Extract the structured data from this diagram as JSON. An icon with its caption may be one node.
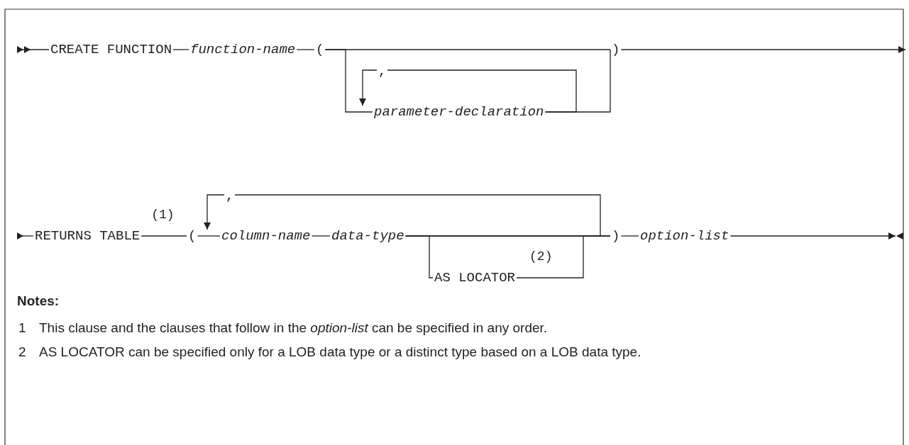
{
  "diagram": {
    "nodes": [
      {
        "text": [
          "CREATE FUNCTION"
        ]
      },
      {
        "text": [
          "function-name"
        ]
      },
      {
        "text": [
          "("
        ]
      },
      {
        "text": [
          "parameter-declaration"
        ]
      },
      {
        "text": [
          ")"
        ]
      },
      {
        "text": [
          "RETURNS TABLE"
        ],
        "beside": [
          "(1)"
        ]
      },
      {
        "text": [
          "("
        ]
      },
      {
        "text": [
          "column-name"
        ]
      },
      {
        "text": [
          "data-type"
        ]
      },
      {
        "text": [
          "AS LOCATOR"
        ],
        "beside": [
          "(2)"
        ]
      },
      {
        "text": [
          ")"
        ]
      },
      {
        "text": [
          "option-list"
        ]
      }
    ],
    "edges": [
      {
        "from": null,
        "to": 0,
        "arrow": "other"
      },
      {
        "from": 0,
        "to": 1,
        "arrow": "none"
      },
      {
        "from": 1,
        "to": 2,
        "arrow": "none"
      },
      {
        "from": 2,
        "to": 4,
        "arrow": "none"
      },
      {
        "from": 2,
        "to": 3,
        "arrow": "none"
      },
      {
        "from": 3,
        "to": 4,
        "arrow": "none"
      },
      {
        "from": 3,
        "to": 3,
        "arrow": "to",
        "label": ","
      },
      {
        "from": 4,
        "to": null,
        "arrow": "to"
      },
      {
        "from": null,
        "to": 5,
        "arrow": "other"
      },
      {
        "from": 5,
        "to": 6,
        "arrow": "none"
      },
      {
        "from": 6,
        "to": 7,
        "arrow": "none"
      },
      {
        "from": 7,
        "to": 8,
        "arrow": "none"
      },
      {
        "from": 8,
        "to": 10,
        "arrow": "none"
      },
      {
        "from": 8,
        "to": 9,
        "arrow": "none"
      },
      {
        "from": 9,
        "to": 10,
        "arrow": "none"
      },
      {
        "from": 8,
        "to": 7,
        "arrow": "to",
        "label": ","
      },
      {
        "from": 10,
        "to": 11,
        "arrow": "none"
      },
      {
        "from": 11,
        "to": null,
        "arrow": "to"
      }
    ],
    "labels": [
      "Notes:",
      "1",
      "This clause and the clauses that follow in the *option-list* can be specified in any order.",
      "2",
      "AS LOCATOR can be specified only for a LOB data type or a distinct type based on a LOB data type."
    ]
  }
}
